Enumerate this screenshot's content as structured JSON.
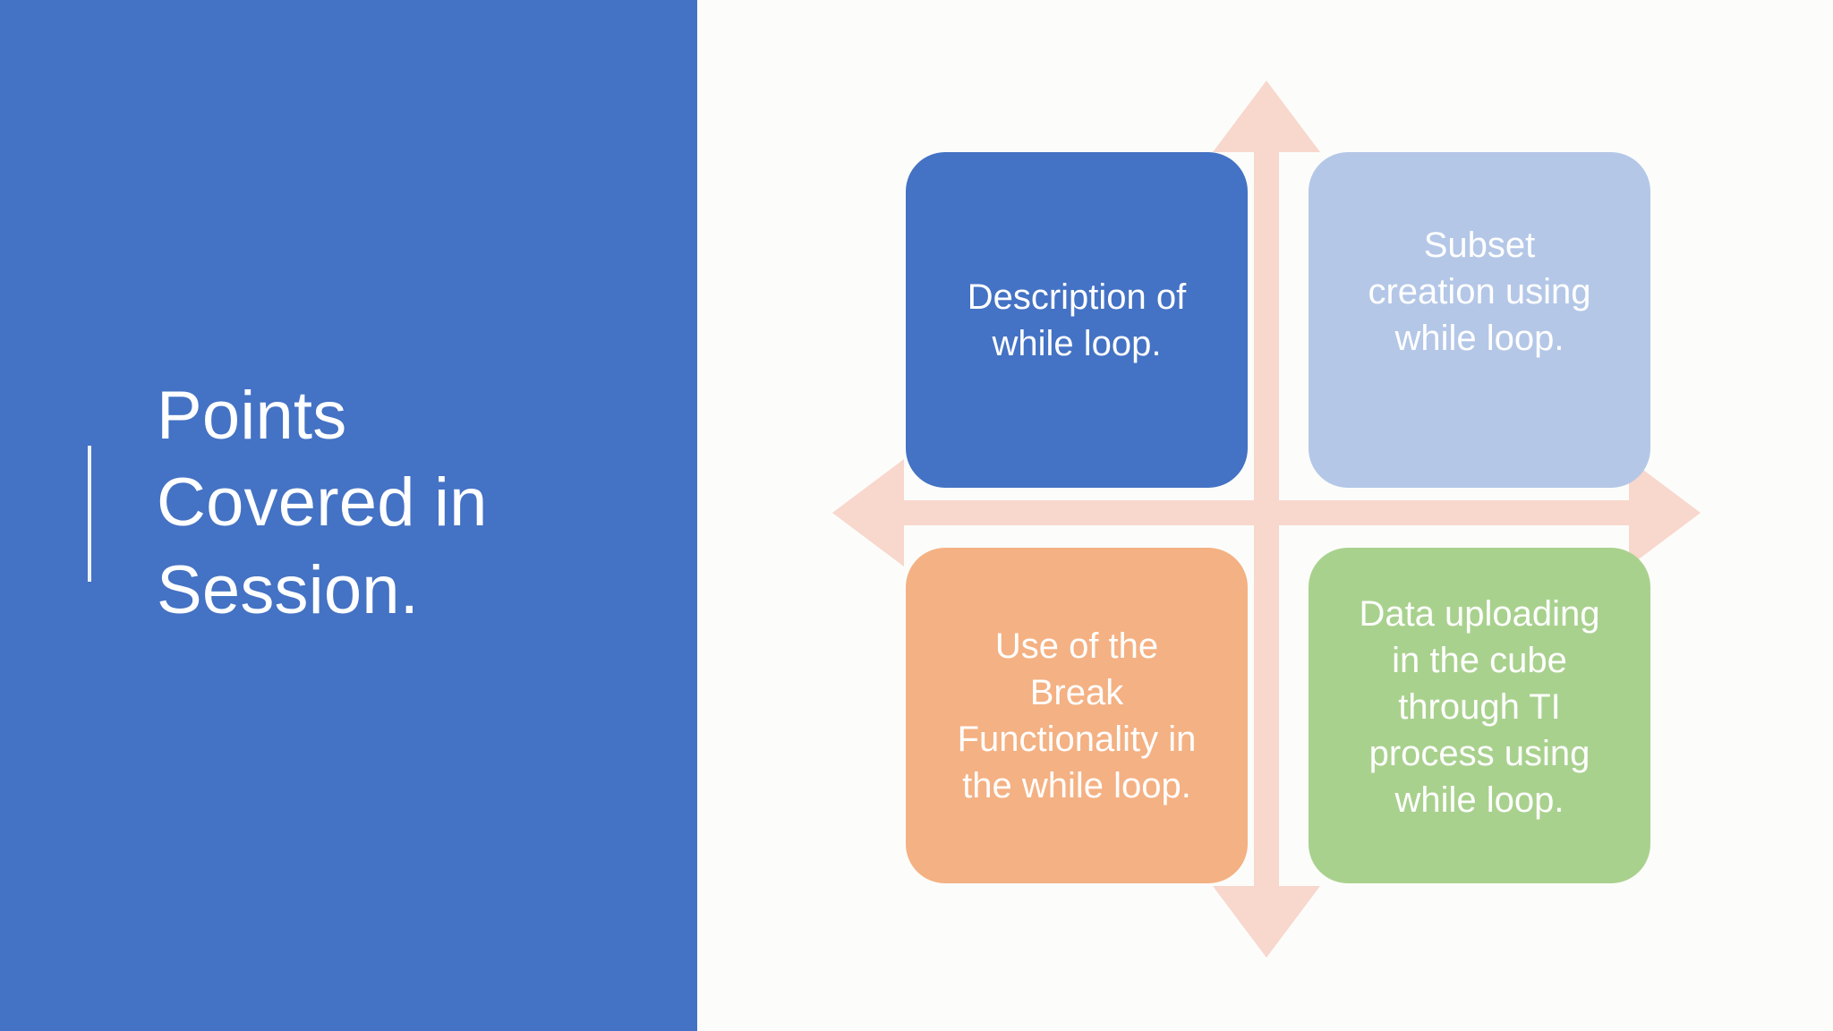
{
  "slide": {
    "title": "Points\nCovered in\nSession.",
    "background_color": "#FCFDFA",
    "panel_color": "#4472C4",
    "accent_line_color": "#EDF1F8"
  },
  "diagram": {
    "type": "quadrant-matrix",
    "arrow_color": "#F8D7CD",
    "axis_arrow_names": [
      "up-arrow",
      "down-arrow",
      "left-arrow",
      "right-arrow"
    ],
    "quadrants": [
      {
        "position": "top-left",
        "label": "Description of\nwhile loop.",
        "fill": "#4472C4",
        "text_color": "#FFFFFF"
      },
      {
        "position": "top-right",
        "label": "Subset\ncreation using\nwhile loop.",
        "fill": "#B4C7E7",
        "text_color": "#FFFFFF"
      },
      {
        "position": "bottom-left",
        "label": "Use of the\nBreak\nFunctionality in\nthe while loop.",
        "fill": "#F4B183",
        "text_color": "#FFFFFF"
      },
      {
        "position": "bottom-right",
        "label": "Data uploading\nin the cube\nthrough TI\nprocess using\nwhile loop.",
        "fill": "#A9D18E",
        "text_color": "#FFFFFF"
      }
    ]
  }
}
